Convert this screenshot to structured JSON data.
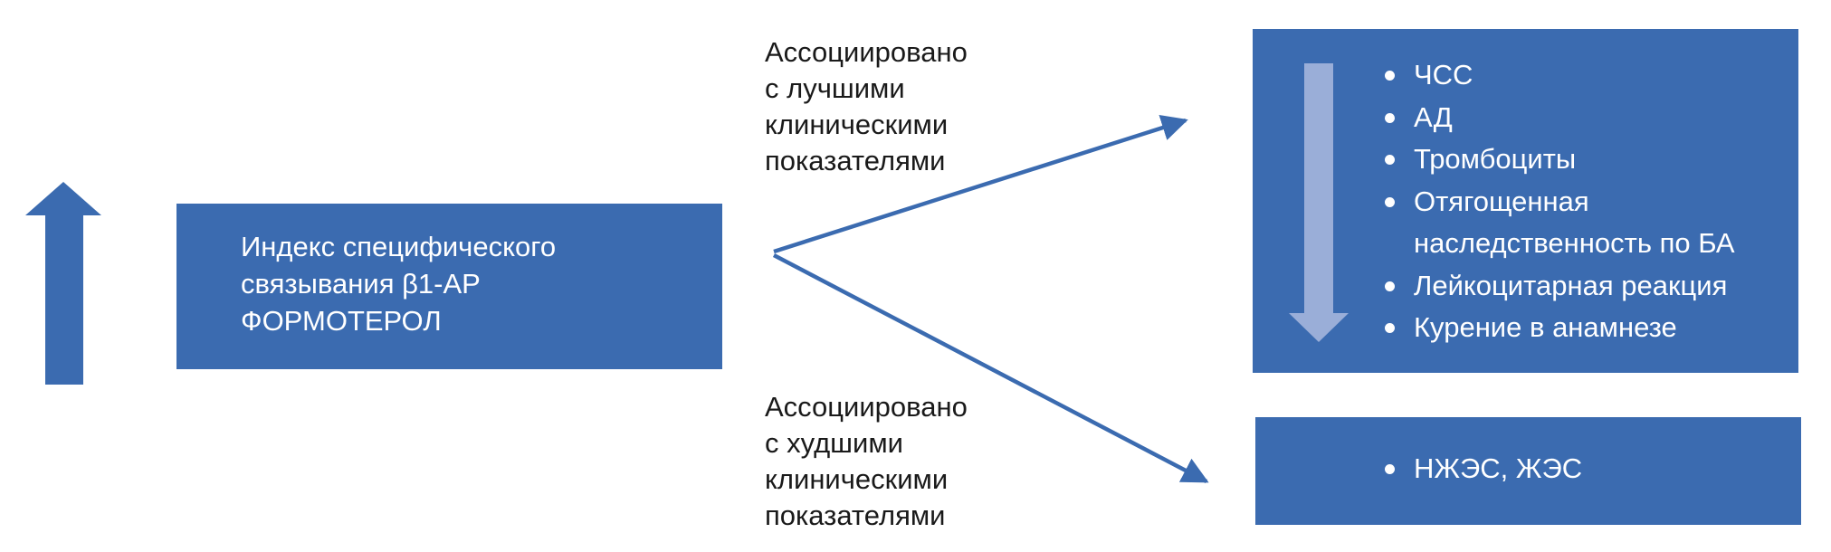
{
  "colors": {
    "box_fill": "#3b6bb0",
    "arrow_stroke": "#3b6bb0",
    "down_arrow_fill": "#9aaed8",
    "box_text": "#ffffff",
    "label_text": "#1a1a1a"
  },
  "index_box": {
    "lines": [
      "Индекс специфического",
      "связывания β1-АР",
      "ФОРМОТЕРОЛ"
    ]
  },
  "label_better": {
    "lines": [
      "Ассоциировано",
      "с лучшими",
      "клиническими",
      "показателями"
    ]
  },
  "label_worse": {
    "lines": [
      "Ассоциировано",
      "с худшими",
      "клиническими",
      "показателями"
    ]
  },
  "better_box": {
    "items": [
      "ЧСС",
      "АД",
      "Тромбоциты",
      "Отягощенная",
      "наследственность по БА",
      "Лейкоцитарная реакция",
      "Курение в анамнезе"
    ]
  },
  "worse_box": {
    "items": [
      "НЖЭС, ЖЭС"
    ]
  },
  "icons": {
    "increase": "up-arrow-icon",
    "decrease": "down-arrow-icon"
  }
}
